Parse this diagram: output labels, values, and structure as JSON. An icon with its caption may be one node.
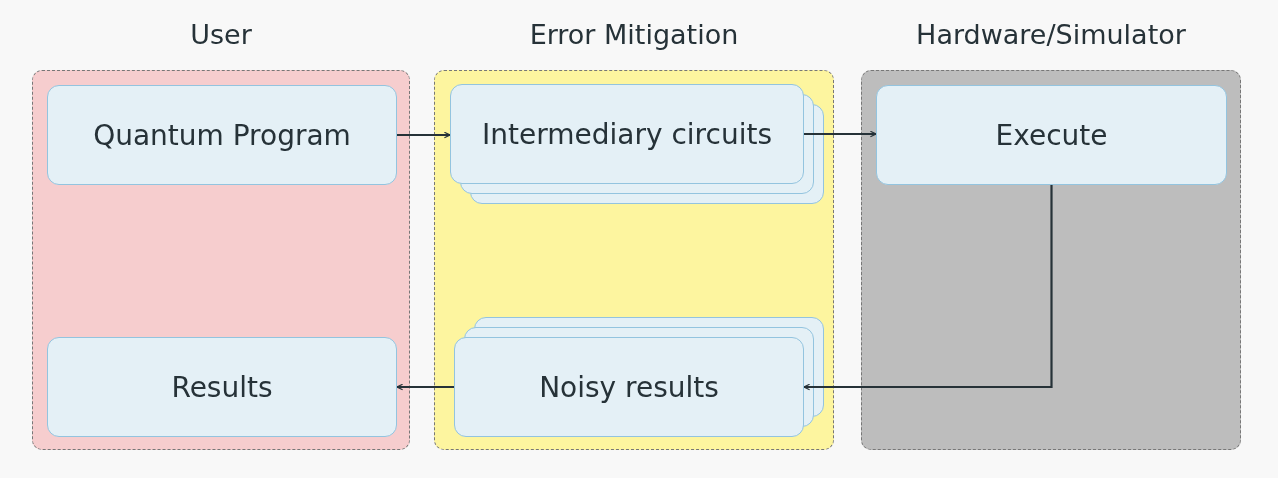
{
  "diagram": {
    "nodes": [
      {
        "text": [
          "User"
        ]
      },
      {
        "text": [
          "Quantum Program"
        ],
        "in": 0
      },
      {
        "text": [
          "Results"
        ],
        "in": 0
      },
      {
        "text": [
          "Error Mitigation"
        ]
      },
      {
        "text": [
          "Intermediary circuits"
        ],
        "in": 3
      },
      {
        "text": [
          "Noisy results"
        ],
        "in": 3
      },
      {
        "text": [
          "Hardware/Simulator"
        ]
      },
      {
        "text": [
          "Execute"
        ],
        "in": 6
      }
    ],
    "edges": [
      {
        "from": 1,
        "to": 4,
        "arrow": "to"
      },
      {
        "from": 4,
        "to": 7,
        "arrow": "to"
      },
      {
        "from": 7,
        "to": 5,
        "arrow": "to"
      },
      {
        "from": 5,
        "to": 2,
        "arrow": "to"
      }
    ]
  }
}
